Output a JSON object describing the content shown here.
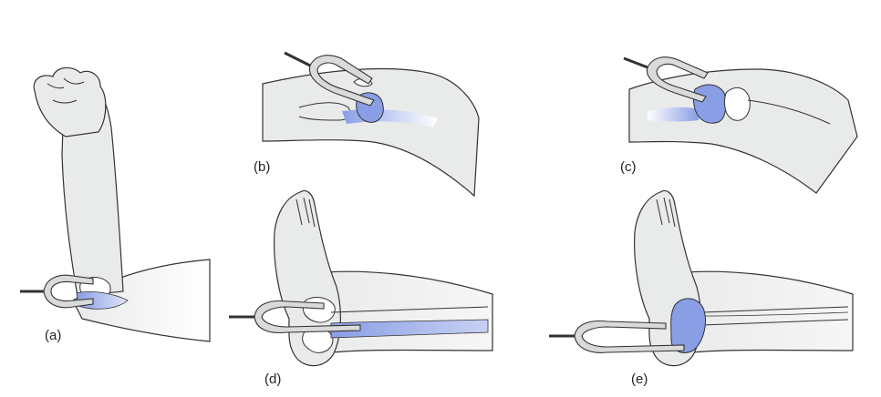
{
  "figure": {
    "panels": [
      {
        "id": "a",
        "label": "(a)"
      },
      {
        "id": "b",
        "label": "(b)"
      },
      {
        "id": "c",
        "label": "(c)"
      },
      {
        "id": "d",
        "label": "(d)"
      },
      {
        "id": "e",
        "label": "(e)"
      }
    ]
  },
  "colors": {
    "skin": "#e9eaea",
    "outline": "#333333",
    "bone": "#ffffff",
    "vibration_highlight": "#8a9ee6",
    "tuning_fork": "#d9dada"
  },
  "icons": {
    "tuning_fork": "tuning-fork-icon",
    "arm": "flexed-arm-illustration",
    "knee": "knee-illustration",
    "foot": "foot-ankle-illustration"
  }
}
